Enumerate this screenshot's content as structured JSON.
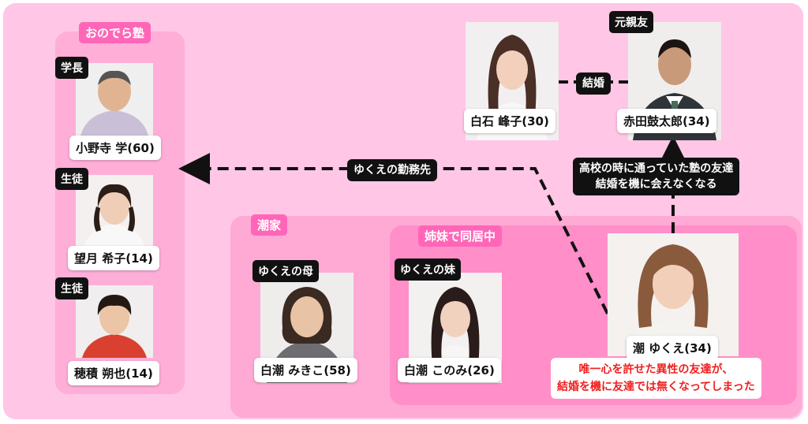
{
  "colors": {
    "outer": "#ffc6e6",
    "group": "#ffaed8",
    "group_title": "#ff66b8",
    "tag": "#111111",
    "note_text": "#f02020"
  },
  "groups": {
    "onodera": "おのでら塾",
    "ushio": "潮家",
    "sisters": "姉妹で同居中"
  },
  "people": {
    "onodera": {
      "role": "学長",
      "name": "小野寺 学(60)"
    },
    "mochizuki": {
      "role": "生徒",
      "name": "望月 希子(14)"
    },
    "hozumi": {
      "role": "生徒",
      "name": "穂積 朔也(14)"
    },
    "mikiko": {
      "role": "ゆくえの母",
      "name": "白潮 みきこ(58)"
    },
    "konomi": {
      "role": "ゆくえの妹",
      "name": "白潮 このみ(26)"
    },
    "yukue": {
      "name": "潮 ゆくえ(34)"
    },
    "shiraishi": {
      "name": "白石 峰子(30)"
    },
    "akada": {
      "role": "元親友",
      "name": "赤田鼓太郎(34)"
    }
  },
  "relations": {
    "marriage": "結婚",
    "workplace": "ゆくえの勤務先",
    "friend_line1": "高校の時に通っていた塾の友達",
    "friend_line2": "結婚を機に会えなくなる",
    "note_line1": "唯一心を許せた異性の友達が、",
    "note_line2": "結婚を機に友達では無くなってしまった"
  }
}
